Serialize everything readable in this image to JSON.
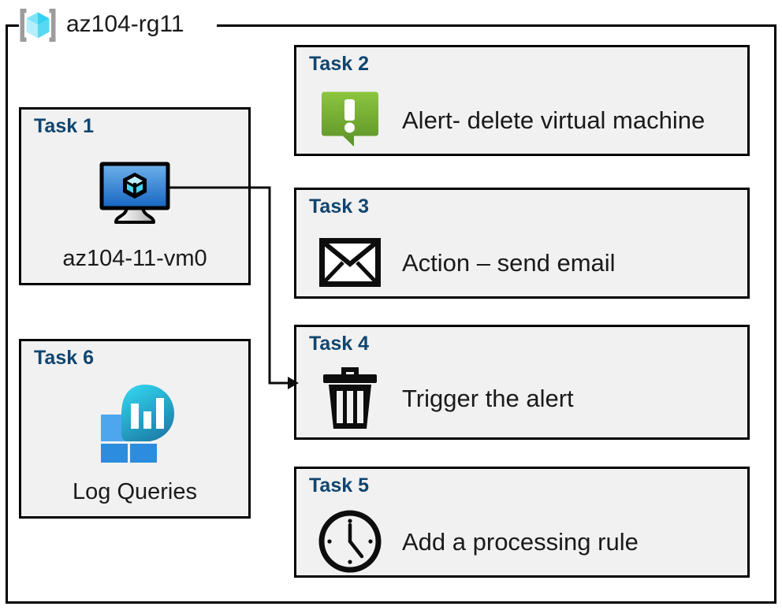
{
  "resource_group": {
    "name": "az104-rg11",
    "icon": "resource-group-cube-icon"
  },
  "colors": {
    "task_title": "#10456F",
    "card_fill": "#F1F1F1",
    "card_border": "#000000",
    "alert_green_light": "#82BC3E",
    "alert_green_dark": "#5C9227",
    "vm_blue_light": "#5EA5E8",
    "vm_blue_dark": "#1565C0",
    "cube_cyan_light": "#9FE9FB",
    "cube_cyan_dark": "#31CDEA",
    "log_tile_blue": "#2C8DDE",
    "log_tile_blue_light": "#4EA6EE",
    "log_teal_light": "#2ECFE8",
    "log_teal_dark": "#1E7FA8",
    "bracket_gray": "#9C9C9C",
    "canvas": "#FFFFFF"
  },
  "cards": [
    {
      "id": "task-1",
      "title": "Task 1",
      "caption": "az104-11-vm0",
      "icon": "virtual-machine-icon",
      "layout": "vertical"
    },
    {
      "id": "task-2",
      "title": "Task 2",
      "label": "Alert- delete virtual machine",
      "icon": "alert-exclamation-bubble-icon",
      "layout": "horizontal"
    },
    {
      "id": "task-3",
      "title": "Task 3",
      "label": "Action – send email",
      "icon": "envelope-icon",
      "layout": "horizontal"
    },
    {
      "id": "task-4",
      "title": "Task 4",
      "label": "Trigger the alert",
      "icon": "trash-can-icon",
      "layout": "horizontal"
    },
    {
      "id": "task-5",
      "title": "Task 5",
      "label": "Add a processing rule",
      "icon": "clock-icon",
      "layout": "horizontal"
    },
    {
      "id": "task-6",
      "title": "Task 6",
      "caption": "Log Queries",
      "icon": "log-analytics-icon",
      "layout": "vertical"
    }
  ],
  "connector": {
    "from": "task-1",
    "to": "task-4",
    "style": "orthogonal-arrow"
  }
}
